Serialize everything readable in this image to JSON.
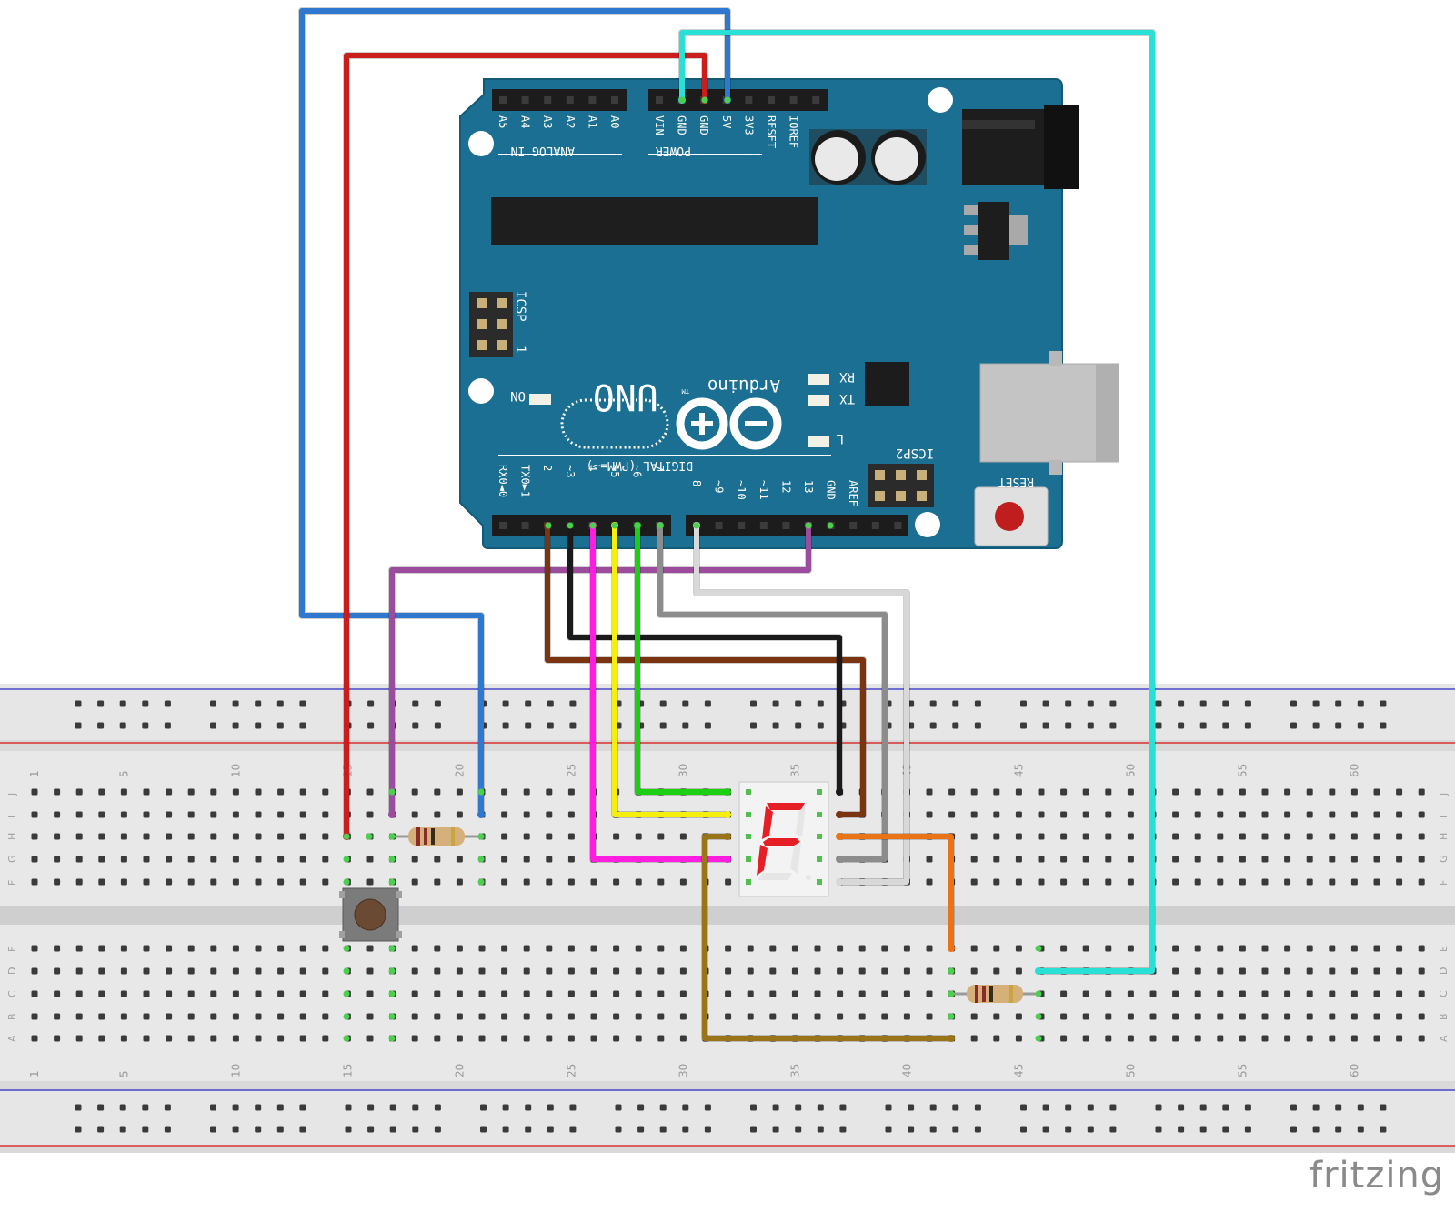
{
  "board": {
    "analog_header": [
      "A5",
      "A4",
      "A3",
      "A2",
      "A1",
      "A0"
    ],
    "power_header": [
      "VIN",
      "GND",
      "GND",
      "5V",
      "3V3",
      "RESET",
      "IOREF"
    ],
    "analog_label": "ANALOG IN",
    "power_label": "POWER",
    "digital_low": [
      "RX0◄0",
      "TX0►1",
      "2",
      "~3",
      "4",
      "~5",
      "~6",
      "7"
    ],
    "digital_high": [
      "8",
      "~9",
      "~10",
      "~11",
      "12",
      "13",
      "GND",
      "AREF"
    ],
    "digital_label": "DIGITAL (PWM=~)",
    "icsp": "ICSP",
    "icsp_pin": "1",
    "icsp2": "ICSP2",
    "reset": "RESET",
    "on": "ON",
    "rx": "RX",
    "tx": "TX",
    "l": "L",
    "logo_uno": "UNO",
    "logo_name": "Arduino",
    "logo_tm": "TM"
  },
  "breadboard": {
    "top_column_numbers": [
      "1",
      "5",
      "10",
      "15",
      "20",
      "25",
      "30",
      "35",
      "40",
      "45",
      "50",
      "55",
      "60"
    ],
    "bottom_column_numbers": [
      "1",
      "5",
      "10",
      "15",
      "20",
      "25",
      "30",
      "35",
      "40",
      "45",
      "50",
      "55",
      "60"
    ],
    "top_row_letters": [
      "J",
      "I",
      "H",
      "G",
      "F"
    ],
    "bottom_row_letters": [
      "E",
      "D",
      "C",
      "B",
      "A"
    ]
  },
  "brand": "fritzing",
  "colors": {
    "board": "#1a6f93",
    "wire_blue": "#2f78d0",
    "wire_red": "#cc1d1d",
    "wire_cyan": "#29e0d6",
    "wire_purple": "#9c4c9c",
    "wire_brown": "#7a3410",
    "wire_black": "#1a1a1a",
    "wire_magenta": "#ff1ee0",
    "wire_yellow": "#f5ef10",
    "wire_green": "#1ccf12",
    "wire_gray": "#8c8c8c",
    "wire_white": "#f4f4f4",
    "wire_orange": "#ea7415",
    "wire_olive": "#9a7418",
    "segment": "#e51f25"
  },
  "components": [
    "arduino-uno",
    "breadboard",
    "seven-segment-display",
    "push-button",
    "resistor",
    "resistor"
  ]
}
